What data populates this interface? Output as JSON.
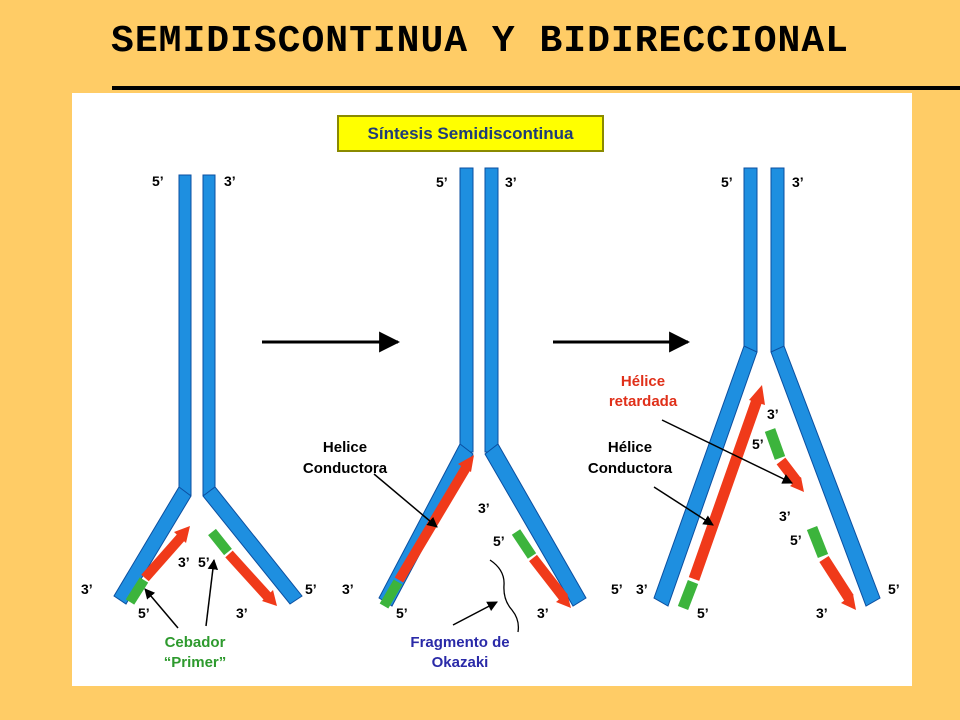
{
  "title": "SEMIDISCONTINUA Y BIDIRECCIONAL",
  "subtitle": "Síntesis Semidiscontinua",
  "end_labels": {
    "five_prime": "5’",
    "three_prime": "3’"
  },
  "panel1": {
    "primer_label_1": "Cebador",
    "primer_label_2": "“Primer”"
  },
  "panel2": {
    "leading_label_1": "Helice",
    "leading_label_2": "Conductora",
    "okazaki_label_1": "Fragmento de",
    "okazaki_label_2": "Okazaki"
  },
  "panel3": {
    "lagging_label_1": "Hélice",
    "lagging_label_2": "retardada",
    "leading_label_1": "Hélice",
    "leading_label_2": "Conductora"
  },
  "colors": {
    "background": "#FFCC66",
    "strand": "#1E8FE0",
    "strand_edge": "#0B4FA0",
    "new_strand": "#F03A1A",
    "primer": "#3CB43C",
    "primer_text": "#2E9A2E",
    "okazaki_text": "#2A2AA8",
    "lagging_text": "#E0301A",
    "highlight": "#FFFF00"
  }
}
